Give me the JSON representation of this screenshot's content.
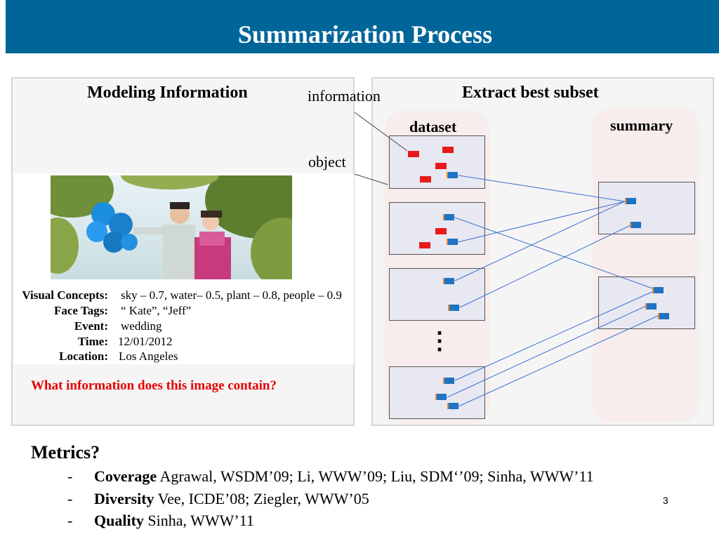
{
  "slide": {
    "title": "Summarization Process",
    "page_number": "3"
  },
  "left_panel": {
    "heading": "Modeling Information",
    "callout_information": "information",
    "callout_object": "object",
    "metadata": [
      {
        "label": "Visual Concepts:",
        "value": "sky – 0.7, water– 0.5, plant – 0.8, people – 0.9"
      },
      {
        "label": "Face Tags:",
        "value": "“ Kate”,  “Jeff”"
      },
      {
        "label": "Event:",
        "value": "wedding"
      },
      {
        "label": "Time:",
        "value": "12/01/2012"
      },
      {
        "label": "Location:",
        "value": "Los Angeles"
      }
    ],
    "question": "What information does this image contain?"
  },
  "right_panel": {
    "heading": "Extract best subset",
    "dataset_label": "dataset",
    "summary_label": "summary",
    "ellipsis": "⋮"
  },
  "metrics": {
    "title": "Metrics?",
    "items": [
      {
        "dash": "-",
        "name": "Coverage",
        "refs": "Agrawal, WSDM’09; Li, WWW’09; Liu, SDM‘’09; Sinha, WWW’11"
      },
      {
        "dash": "-",
        "name": "Diversity",
        "refs": " Vee, ICDE’08; Ziegler, WWW’05"
      },
      {
        "dash": "-",
        "name": "Quality",
        "refs": "Sinha, WWW’11"
      }
    ]
  },
  "colors": {
    "title_bar": "#006699",
    "question_text": "#e60000",
    "information_chip": "#e8191a",
    "object_chip": "#1f73c4",
    "connector": "#3a6fd0"
  }
}
